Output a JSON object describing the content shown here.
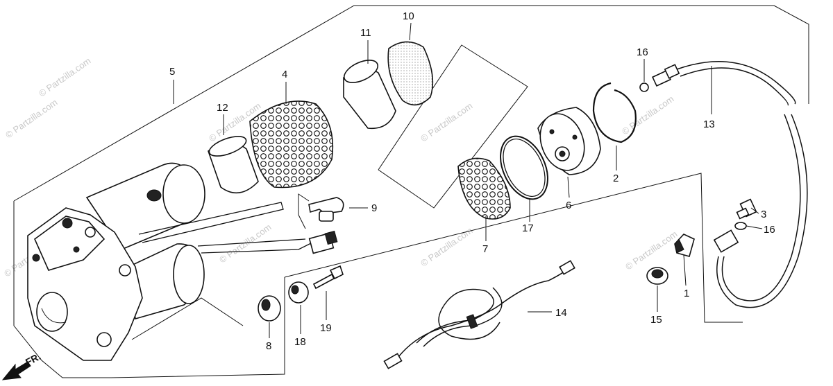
{
  "diagram": {
    "watermark_text": "© Partzilla.com",
    "direction_label": "FR.",
    "callouts": [
      {
        "id": "1",
        "label": "1"
      },
      {
        "id": "2",
        "label": "2"
      },
      {
        "id": "3",
        "label": "3"
      },
      {
        "id": "4",
        "label": "4"
      },
      {
        "id": "5",
        "label": "5"
      },
      {
        "id": "6",
        "label": "6"
      },
      {
        "id": "7",
        "label": "7"
      },
      {
        "id": "8",
        "label": "8"
      },
      {
        "id": "9",
        "label": "9"
      },
      {
        "id": "10",
        "label": "10"
      },
      {
        "id": "11",
        "label": "11"
      },
      {
        "id": "12",
        "label": "12"
      },
      {
        "id": "13",
        "label": "13"
      },
      {
        "id": "14",
        "label": "14"
      },
      {
        "id": "15",
        "label": "15"
      },
      {
        "id": "16a",
        "label": "16"
      },
      {
        "id": "16b",
        "label": "16"
      },
      {
        "id": "17",
        "label": "17"
      },
      {
        "id": "18",
        "label": "18"
      },
      {
        "id": "19",
        "label": "19"
      }
    ]
  }
}
